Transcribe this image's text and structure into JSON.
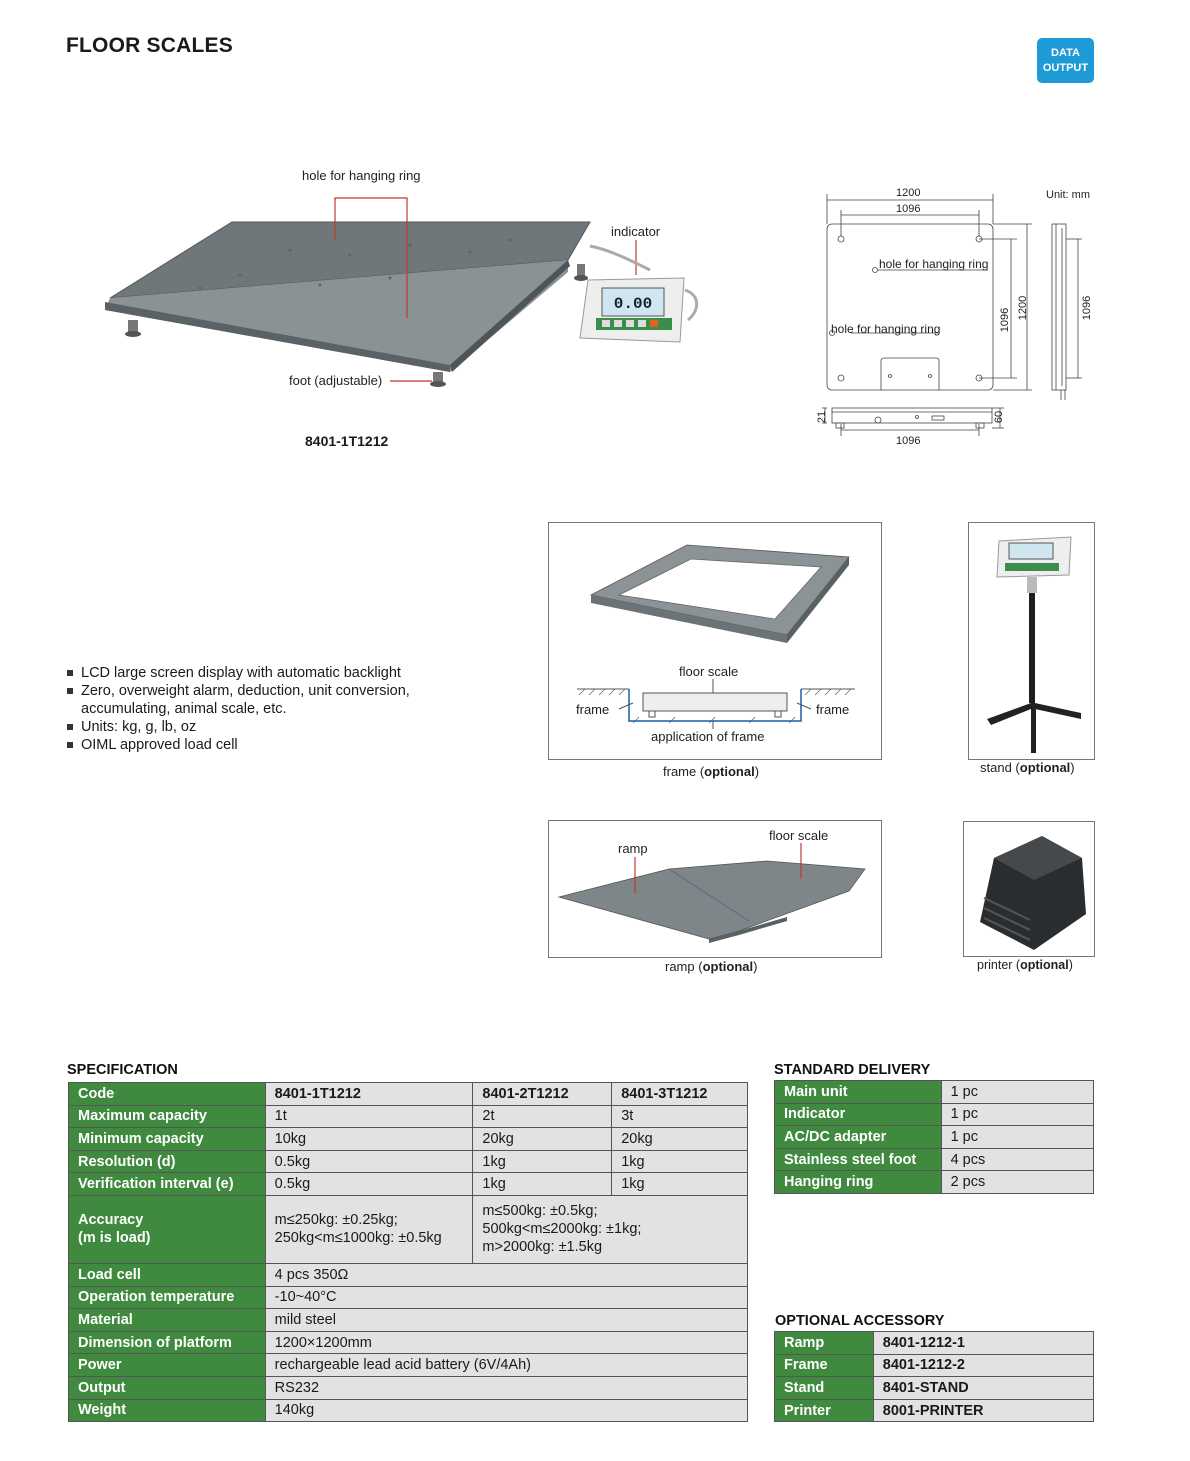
{
  "page": {
    "title": "FLOOR SCALES",
    "badge_line1": "DATA",
    "badge_line2": "OUTPUT"
  },
  "main_figure": {
    "label_hole": "hole for hanging ring",
    "label_indicator": "indicator",
    "label_foot": "foot (adjustable)",
    "model": "8401-1T1212",
    "display_reading": "0.00"
  },
  "drawing": {
    "unit": "Unit: mm",
    "dim_1200": "1200",
    "dim_1096": "1096",
    "label_hole_1": "hole for hanging ring",
    "label_hole_2": "hole for hanging ring",
    "dim_21": "21",
    "dim_60": "60"
  },
  "features": [
    "LCD large screen display with automatic backlight",
    "Zero, overweight alarm, deduction, unit conversion, accumulating, animal scale, etc.",
    "Units: kg, g, lb, oz",
    "OIML approved load cell"
  ],
  "accessories": {
    "frame": {
      "label_floor_scale": "floor scale",
      "label_frame": "frame",
      "label_application": "application of frame",
      "caption_name": "frame (",
      "caption_opt": "optional",
      "caption_end": ")"
    },
    "stand": {
      "caption_name": "stand (",
      "caption_opt": "optional",
      "caption_end": ")"
    },
    "ramp": {
      "label_ramp": "ramp",
      "label_floor_scale": "floor scale",
      "caption_name": "ramp (",
      "caption_opt": "optional",
      "caption_end": ")"
    },
    "printer": {
      "caption_name": "printer (",
      "caption_opt": "optional",
      "caption_end": ")"
    }
  },
  "specification": {
    "heading": "SPECIFICATION",
    "code_label": "Code",
    "codes": [
      "8401-1T1212",
      "8401-2T1212",
      "8401-3T1212"
    ],
    "rows3": [
      {
        "label": "Maximum capacity",
        "values": [
          "1t",
          "2t",
          "3t"
        ]
      },
      {
        "label": "Minimum capacity",
        "values": [
          "10kg",
          "20kg",
          "20kg"
        ]
      },
      {
        "label": "Resolution (d)",
        "values": [
          "0.5kg",
          "1kg",
          "1kg"
        ]
      },
      {
        "label": "Verification interval (e)",
        "values": [
          "0.5kg",
          "1kg",
          "1kg"
        ]
      }
    ],
    "accuracy": {
      "label_line1": "Accuracy",
      "label_line2": "(m is load)",
      "col1": [
        "m≤250kg: ±0.25kg;",
        "250kg<m≤1000kg: ±0.5kg"
      ],
      "col2": [
        "m≤500kg: ±0.5kg;",
        "500kg<m≤2000kg: ±1kg;",
        "m>2000kg: ±1.5kg"
      ]
    },
    "rows1": [
      {
        "label": "Load cell",
        "value": "4 pcs 350Ω"
      },
      {
        "label": "Operation temperature",
        "value": "-10~40°C"
      },
      {
        "label": "Material",
        "value": "mild steel"
      },
      {
        "label": "Dimension of platform",
        "value": "1200×1200mm"
      },
      {
        "label": "Power",
        "value": "rechargeable lead acid battery (6V/4Ah)"
      },
      {
        "label": "Output",
        "value": "RS232"
      },
      {
        "label": "Weight",
        "value": "140kg"
      }
    ]
  },
  "standard_delivery": {
    "heading": "STANDARD DELIVERY",
    "rows": [
      {
        "label": "Main unit",
        "value": "1 pc"
      },
      {
        "label": "Indicator",
        "value": "1 pc"
      },
      {
        "label": "AC/DC adapter",
        "value": "1 pc"
      },
      {
        "label": "Stainless steel foot",
        "value": "4 pcs"
      },
      {
        "label": "Hanging ring",
        "value": "2 pcs"
      }
    ]
  },
  "optional_accessory": {
    "heading": "OPTIONAL ACCESSORY",
    "rows": [
      {
        "label": "Ramp",
        "value": "8401-1212-1"
      },
      {
        "label": "Frame",
        "value": "8401-1212-2"
      },
      {
        "label": "Stand",
        "value": "8401-STAND"
      },
      {
        "label": "Printer",
        "value": "8001-PRINTER"
      }
    ]
  },
  "colors": {
    "table_header_green": "#3f8a3f",
    "table_value_grey": "#e2e2e2",
    "badge_blue": "#1e9ad6",
    "callout_red": "#c0392b"
  }
}
